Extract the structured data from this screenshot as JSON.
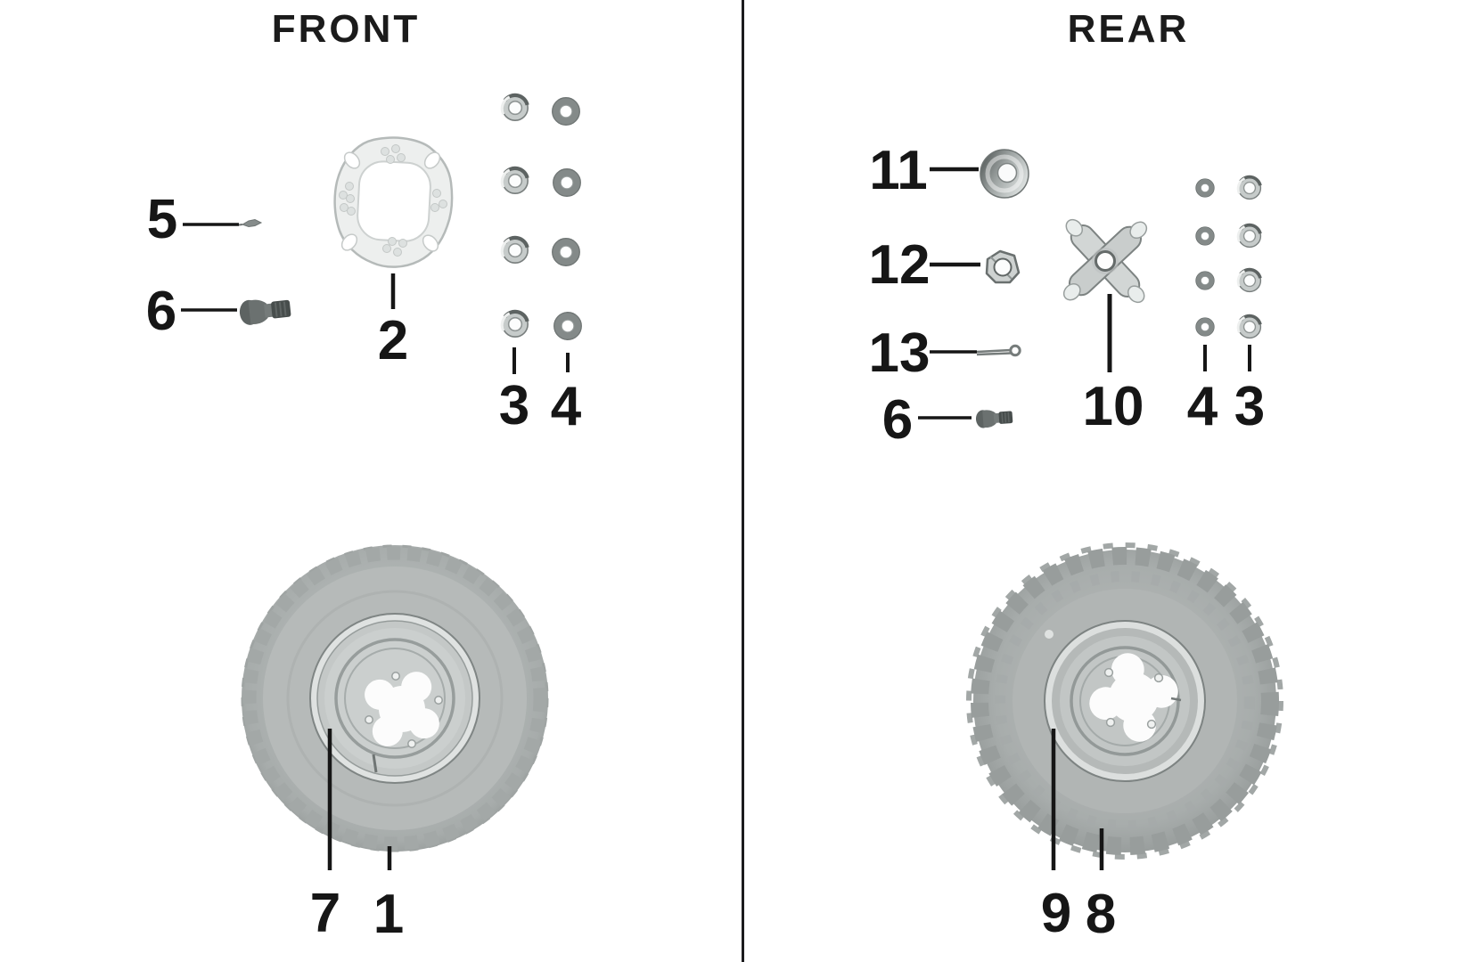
{
  "diagram": {
    "background": "#ffffff",
    "ink_color": "#161616",
    "metal_light": "#d3d7d6",
    "metal_dark": "#565c5b",
    "tire_gray": "#aeb2b1",
    "front": {
      "title": "FRONT",
      "callouts": [
        {
          "label": "5",
          "part": "valve-core"
        },
        {
          "label": "6",
          "part": "tire-valve-stem"
        },
        {
          "label": "2",
          "part": "hub-mount-plate"
        },
        {
          "label": "3",
          "part": "chrome-washer"
        },
        {
          "label": "4",
          "part": "flat-washer"
        },
        {
          "label": "7",
          "part": "wheel-rim"
        },
        {
          "label": "1",
          "part": "tire"
        }
      ]
    },
    "rear": {
      "title": "REAR",
      "callouts": [
        {
          "label": "11",
          "part": "cone-washer"
        },
        {
          "label": "12",
          "part": "castle-nut"
        },
        {
          "label": "13",
          "part": "cotter-pin"
        },
        {
          "label": "6",
          "part": "tire-valve-stem"
        },
        {
          "label": "10",
          "part": "hub-spider"
        },
        {
          "label": "4",
          "part": "flat-washer"
        },
        {
          "label": "3",
          "part": "chrome-washer"
        },
        {
          "label": "9",
          "part": "wheel-rim"
        },
        {
          "label": "8",
          "part": "tire"
        }
      ]
    }
  }
}
